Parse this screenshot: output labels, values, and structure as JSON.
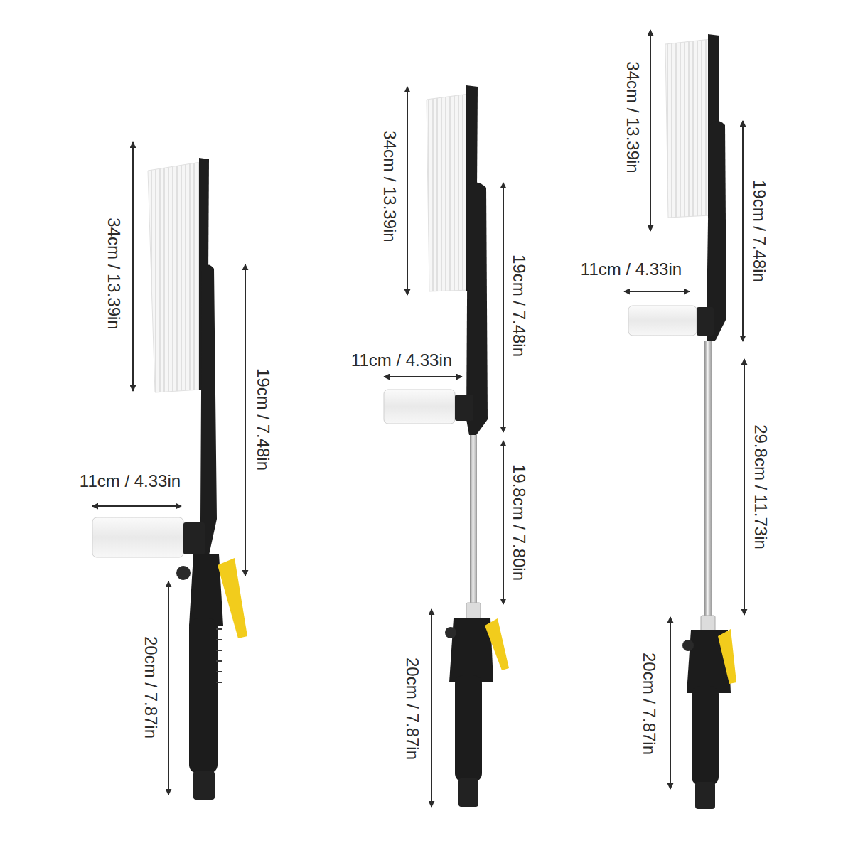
{
  "diagram": {
    "labels": [
      "34cm / 13.39in",
      "19cm / 7.48in",
      "11cm / 4.33in",
      "20cm / 7.87in",
      "34cm / 13.39in",
      "19cm / 7.48in",
      "11cm / 4.33in",
      "19.8cm / 7.80in",
      "20cm / 7.87in",
      "34cm / 13.39in",
      "19cm / 7.48in",
      "11cm / 4.33in",
      "29.8cm / 11.73in",
      "20cm / 7.87in"
    ]
  }
}
